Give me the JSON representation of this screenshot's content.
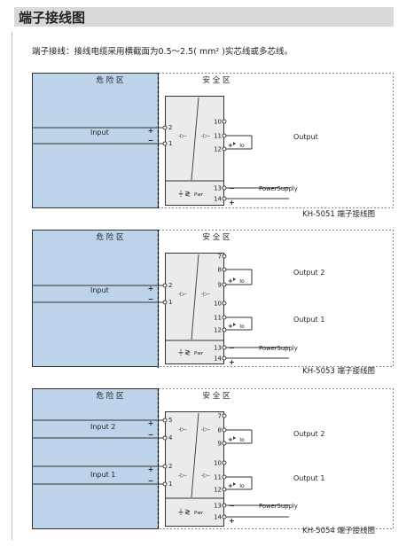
{
  "page": {
    "title": "端子接线图",
    "subtitle": "端子接线：接线电缆采用横截面为0.5～2.5( mm² )实芯线或多芯线。"
  },
  "zones": {
    "hazardous": "危 险 区",
    "safe": "安 全 区"
  },
  "common": {
    "power_label": "PowerSupply",
    "pwr_label": "Pwr",
    "io_label": "Io",
    "plus": "+",
    "minus": "−",
    "triangle_glyph": "-▷-"
  },
  "diagrams": [
    {
      "caption": "KH-5051  端子接线图",
      "inputs": [
        {
          "label": "Input",
          "plus_terminal": "2",
          "minus_terminal": "1"
        }
      ],
      "outputs": [
        {
          "label": "Output",
          "terminals": [
            "10",
            "11",
            "12"
          ]
        }
      ],
      "power_terminals": [
        "13",
        "14"
      ]
    },
    {
      "caption": "KH-5053  端子接线图",
      "inputs": [
        {
          "label": "Input",
          "plus_terminal": "2",
          "minus_terminal": "1"
        }
      ],
      "outputs": [
        {
          "label": "Output 2",
          "terminals": [
            "7",
            "8",
            "9"
          ]
        },
        {
          "label": "Output 1",
          "terminals": [
            "10",
            "11",
            "12"
          ]
        }
      ],
      "power_terminals": [
        "13",
        "14"
      ]
    },
    {
      "caption": "KH-5054  端子接线图",
      "inputs": [
        {
          "label": "Input 2",
          "plus_terminal": "5",
          "minus_terminal": "4"
        },
        {
          "label": "Input 1",
          "plus_terminal": "2",
          "minus_terminal": "1"
        }
      ],
      "outputs": [
        {
          "label": "Output 2",
          "terminals": [
            "7",
            "8",
            "9"
          ]
        },
        {
          "label": "Output 1",
          "terminals": [
            "10",
            "11",
            "12"
          ]
        }
      ],
      "power_terminals": [
        "13",
        "14"
      ]
    }
  ],
  "colors": {
    "hazard_fill": "#bcd3ea",
    "module_fill": "#ebebeb",
    "line": "#333333",
    "title_bar": "#d9d9d9"
  }
}
